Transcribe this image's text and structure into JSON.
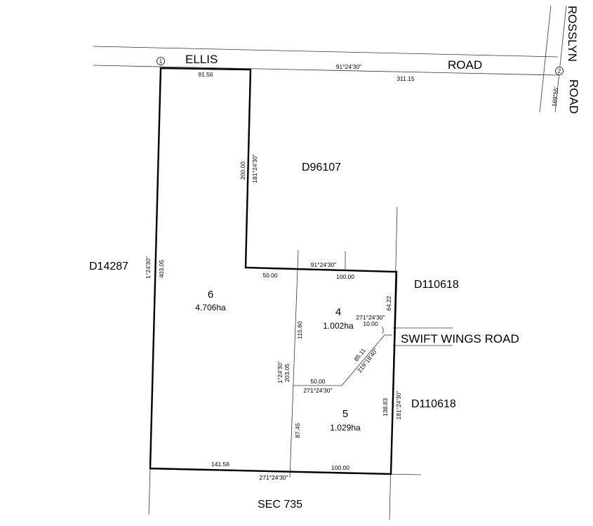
{
  "roads": {
    "ellis_1": "ELLIS",
    "ellis_2": "ROAD",
    "rosslyn_1": "ROSSLYN",
    "rosslyn_2": "ROAD",
    "swift_wings": "SWIFT WINGS ROAD"
  },
  "parcels": {
    "d96107": "D96107",
    "d14287": "D14287",
    "d110618_upper": "D110618",
    "d110618_lower": "D110618",
    "sec735": "SEC 735"
  },
  "lots": [
    {
      "number": "6",
      "area": "4.706ha"
    },
    {
      "number": "4",
      "area": "1.002ha"
    },
    {
      "number": "5",
      "area": "1.029ha"
    }
  ],
  "markers": [
    "1",
    "2"
  ],
  "dimensions": {
    "top_91_56": "91.56",
    "top_bearing": "91°24'30\"",
    "top_311_15": "311.15",
    "rosslyn_bearing": "169°55'",
    "inner_200": "200.00",
    "inner_bearing_181": "181°24'30\"",
    "left_bearing": "1°24'30\"",
    "left_403_05": "403.05",
    "mid_bearing": "91°24'30\"",
    "mid_50": "50.00",
    "mid_100": "100.00",
    "right_64_22": "64.22",
    "bend_bearing": "271°24'30\"",
    "bend_10": "10.00",
    "inner_115_60": "115.60",
    "inner_bearing_1": "1°24'30\"",
    "inner_203_05": "203.05",
    "diag_85_11": "85.11",
    "diag_bearing": "219°18'40\"",
    "lot5_50": "50.00",
    "lot5_bearing": "271°24'30\"",
    "right_138_83": "138.83",
    "right_bearing_181": "181°24'30\"",
    "inner_87_45": "87.45",
    "bottom_141_56": "141.56",
    "bottom_100": "100.00",
    "bottom_bearing": "271°24'30\""
  }
}
